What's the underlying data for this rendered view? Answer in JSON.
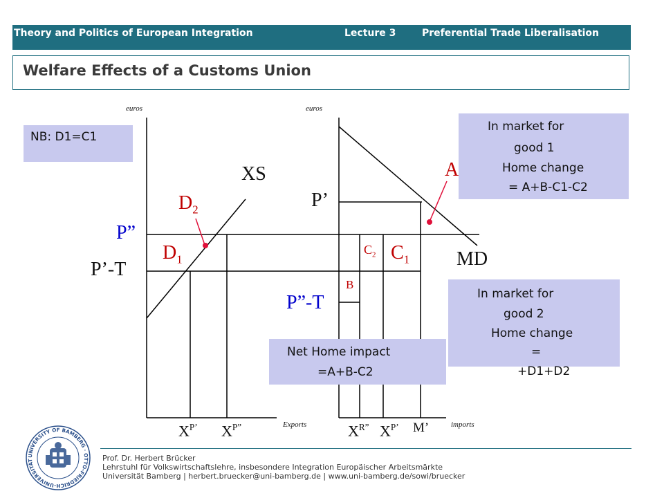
{
  "header": {
    "course": "Theory and Politics of European Integration",
    "lecture": "Lecture 3",
    "topic": "Preferential Trade Liberalisation"
  },
  "title": "Welfare Effects of a Customs Union",
  "note_box": "NB: D1=C1",
  "market1_box": [
    "In market for",
    "good 1",
    "Home change",
    "= A+B-C1-C2"
  ],
  "market2_box": [
    "In market for",
    "good 2",
    "Home change",
    "=",
    "+D1+D2"
  ],
  "net_box": [
    "Net Home impact",
    "=A+B-C2"
  ],
  "diagram": {
    "left_axis_label": "euros",
    "left_x_axis_label": "Exports",
    "right_axis_label": "euros",
    "right_x_axis_label": "imports",
    "supply_curve": "XS",
    "demand_curve": "MD",
    "price_p2": "P”",
    "price_p1_minus_t": "P’-T",
    "price_p1": "P’",
    "price_p2_minus_t": "P”-T",
    "area_d2": "D",
    "area_d2_sub": "2",
    "area_d1": "D",
    "area_d1_sub": "1",
    "area_a": "A",
    "area_c2": "C",
    "area_c2_sub": "2",
    "area_c1": "C",
    "area_c1_sub": "1",
    "area_b": "B",
    "tick_xp1": "X",
    "tick_xp1_sup": "P’",
    "tick_xp2": "X",
    "tick_xp2_sup": "P”",
    "tick_xr": "X",
    "tick_xr_sup": "R”",
    "tick_xp_right": "X",
    "tick_xp_right_sup": "P’",
    "tick_m": "M’"
  },
  "footer": {
    "name": "Prof. Dr. Herbert Brücker",
    "chair": "Lehrstuhl für Volkswirtschaftslehre, insbesondere Integration Europäischer Arbeitsmärkte",
    "contact": "Universität Bamberg | herbert.bruecker@uni-bamberg.de | www.uni-bamberg.de/sowi/bruecker"
  },
  "seal": {
    "text": "UNIVERSITY OF BAMBERG · OTTO-FRIEDRICH-UNIVERSITÄT BAMBERG"
  },
  "colors": {
    "header_bg": "#1f6e80",
    "box_bg": "#c8c9ee",
    "area_label": "#c00000",
    "price_label": "#0000cc"
  }
}
